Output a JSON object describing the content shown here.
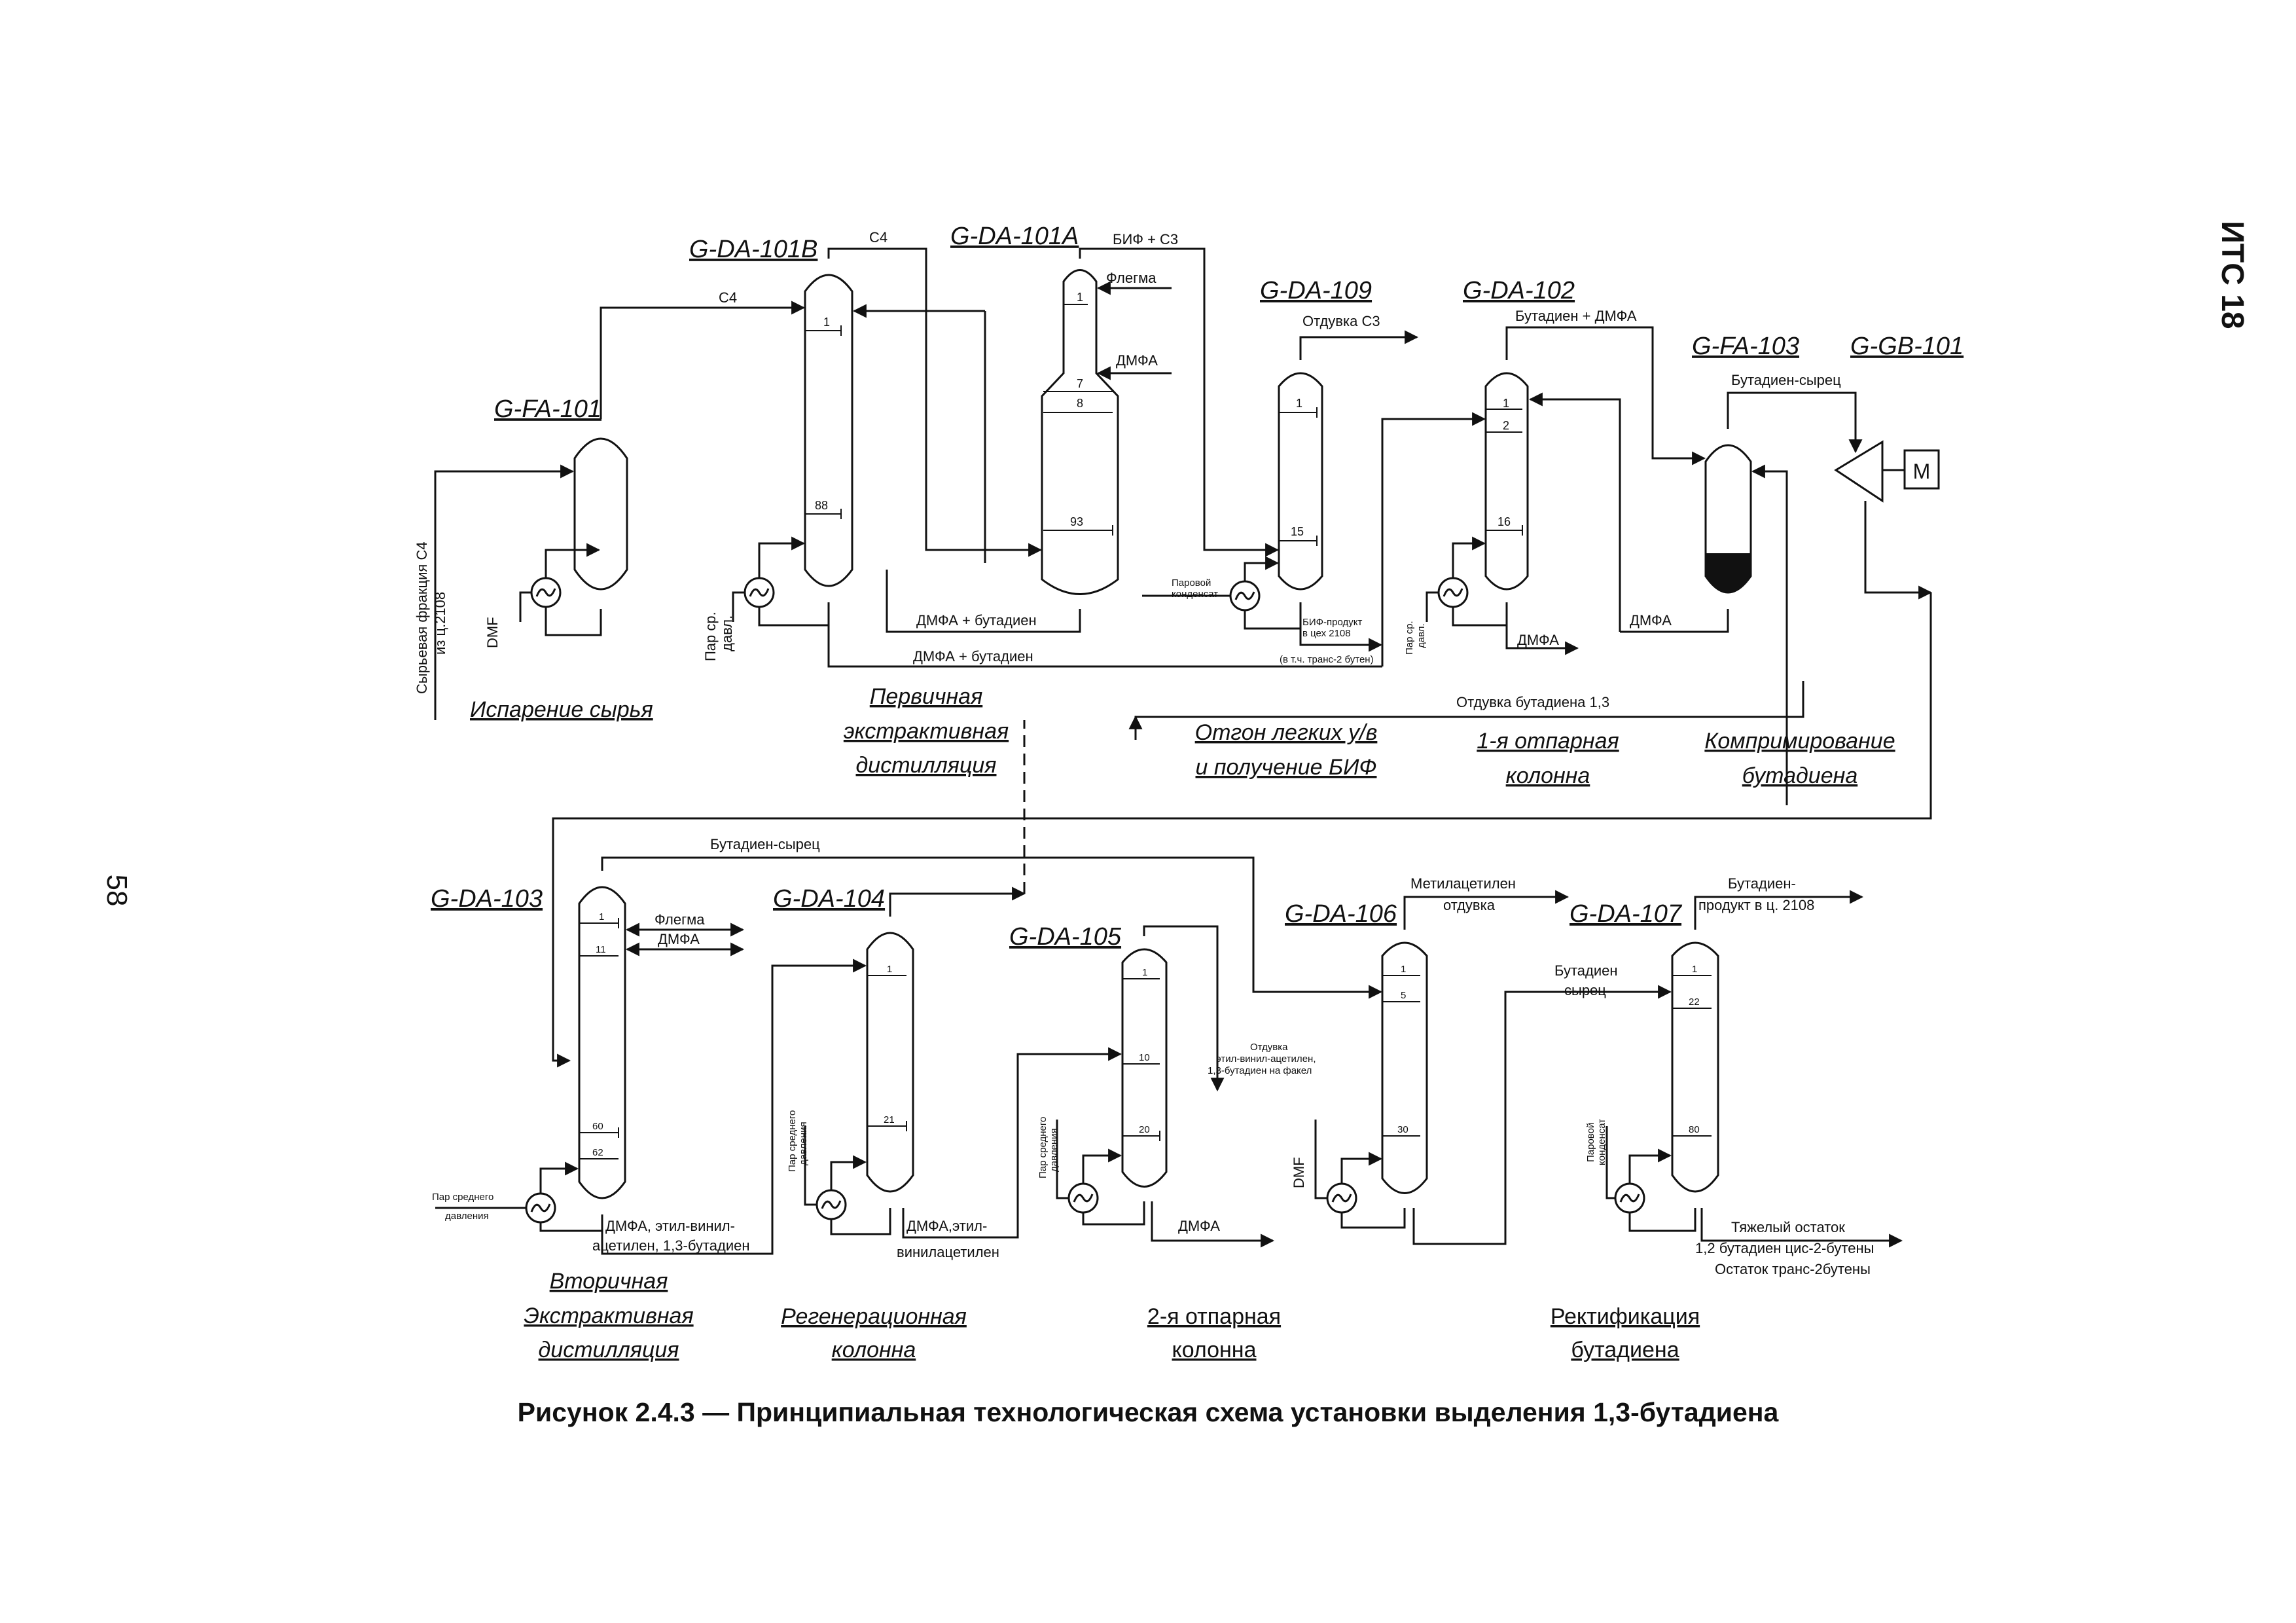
{
  "page": {
    "number": "58",
    "code": "ИТС 18"
  },
  "caption": "Рисунок 2.4.3 — Принципиальная технологическая схема установки выделения 1,3-бутадиена",
  "equipment": {
    "fa101": "G-FA-101",
    "da101b": "G-DA-101B",
    "da101a": "G-DA-101A",
    "da109": "G-DA-109",
    "da102": "G-DA-102",
    "fa103": "G-FA-103",
    "gb101": "G-GB-101",
    "da103": "G-DA-103",
    "da104": "G-DA-104",
    "da105": "G-DA-105",
    "da106": "G-DA-106",
    "da107": "G-DA-107",
    "motor": "M"
  },
  "sections": {
    "s1": [
      "Испарение сырья"
    ],
    "s2": [
      "Первичная",
      "экстрактивная",
      "дистилляция"
    ],
    "s3": [
      "Отгон легких у/в",
      "и получение БИФ"
    ],
    "s4": [
      "1-я отпарная",
      "колонна"
    ],
    "s5": [
      "Компримирование",
      "бутадиена"
    ],
    "s6": [
      "Вторичная",
      "Экстрактивная",
      "дистилляция"
    ],
    "s7": [
      "Регенерационная",
      "колонна"
    ],
    "s8": [
      "2-я отпарная",
      "колонна"
    ],
    "s9": [
      "Ректификация",
      "бутадиена"
    ]
  },
  "streams": {
    "feed": [
      "Сырьевая фракция C4",
      "из ц.2108"
    ],
    "c4_top": "C4",
    "c4_mid": "C4",
    "bif": "БИФ + C3",
    "reflux_a": "Флегма",
    "dmfa_a": "ДМФА",
    "vent_c3": "Отдувка C3",
    "bd_dmfa": "Бутадиен + ДМФА",
    "bd_raw_top": "Бутадиен-сырец",
    "dmfa_bd1": "ДМФА + бутадиен",
    "dmfa_bd2": "ДМФА + бутадиен",
    "steam_cond": [
      "Паровой",
      "конденсат"
    ],
    "bif_prod": [
      "БИФ-продукт",
      "в цех 2108"
    ],
    "bif_note": "(в т.ч. транс-2 бутен)",
    "steam_b": [
      "Пар ср.",
      "давл."
    ],
    "steam_102": [
      "Пар ср.",
      "давл."
    ],
    "dmfa_102": "ДМФА",
    "dmfa_103": "ДМФА",
    "vent_bd": "Отдувка бутадиена 1,3",
    "dmf_101": "DMF",
    "bd_raw_mid": "Бутадиен-сырец",
    "reflux_103": "Флегма",
    "dmfa_103_in": "ДМФА",
    "steam_103": [
      "Пар среднего",
      "давления"
    ],
    "out_103": [
      "ДМФА, этил-винил-",
      "ацетилен, 1,3-бутадиен"
    ],
    "steam_104": [
      "Пар среднего",
      "давления"
    ],
    "out_104": [
      "ДМФА,этил-",
      "винилацетилен"
    ],
    "steam_105": [
      "Пар среднего",
      "давления"
    ],
    "vent_105": [
      "Отдувка",
      "этил-винил-ацетилен,",
      "1,3-бутадиен на факел"
    ],
    "dmfa_105": "ДМФА",
    "dmf_106": "DMF",
    "methyl": [
      "Метилацетилен",
      "отдувка"
    ],
    "bd_raw_106": [
      "Бутадиен",
      "сырец"
    ],
    "product": [
      "Бутадиен-",
      "продукт в ц. 2108"
    ],
    "steam_107": [
      "Паровой",
      "конденсат"
    ],
    "heavy": [
      "Тяжелый остаток",
      "1,2 бутадиен цис-2-бутены",
      "Остаток транс-2бутены"
    ]
  },
  "trays": {
    "t101b_1": "1",
    "t101b_88": "88",
    "t101a_1": "1",
    "t101a_7": "7",
    "t101a_8": "8",
    "t101a_93": "93",
    "t109_1": "1",
    "t109_15": "15",
    "t102_1": "1",
    "t102_2": "2",
    "t102_16": "16",
    "t103_1": "1",
    "t103_11": "11",
    "t103_60": "60",
    "t103_62": "62",
    "t104_1": "1",
    "t104_21": "21",
    "t105_1": "1",
    "t105_10": "10",
    "t105_20": "20",
    "t106_1": "1",
    "t106_5": "5",
    "t106_30": "30",
    "t107_1": "1",
    "t107_22": "22",
    "t107_80": "80"
  }
}
